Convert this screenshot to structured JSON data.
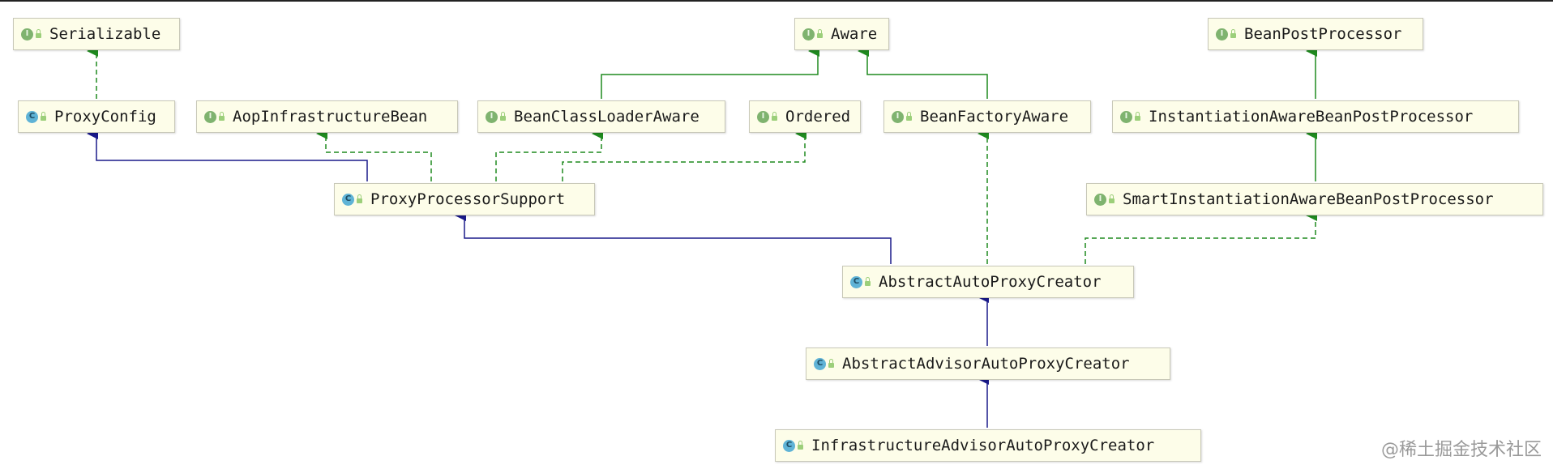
{
  "nodes": {
    "serializable": {
      "label": "Serializable",
      "kind": "interface"
    },
    "aware": {
      "label": "Aware",
      "kind": "interface"
    },
    "bean_post_processor": {
      "label": "BeanPostProcessor",
      "kind": "interface"
    },
    "proxy_config": {
      "label": "ProxyConfig",
      "kind": "class"
    },
    "aop_infrastructure_bean": {
      "label": "AopInfrastructureBean",
      "kind": "interface"
    },
    "bean_class_loader_aware": {
      "label": "BeanClassLoaderAware",
      "kind": "interface"
    },
    "ordered": {
      "label": "Ordered",
      "kind": "interface"
    },
    "bean_factory_aware": {
      "label": "BeanFactoryAware",
      "kind": "interface"
    },
    "instantiation_aware_bpp": {
      "label": "InstantiationAwareBeanPostProcessor",
      "kind": "interface"
    },
    "proxy_processor_support": {
      "label": "ProxyProcessorSupport",
      "kind": "class"
    },
    "smart_instantiation_aware_bpp": {
      "label": "SmartInstantiationAwareBeanPostProcessor",
      "kind": "interface"
    },
    "abstract_auto_proxy_creator": {
      "label": "AbstractAutoProxyCreator",
      "kind": "class"
    },
    "abstract_advisor_auto_proxy_creator": {
      "label": "AbstractAdvisorAutoProxyCreator",
      "kind": "class"
    },
    "infrastructure_advisor_auto_proxy_creator": {
      "label": "InfrastructureAdvisorAutoProxyCreator",
      "kind": "class"
    }
  },
  "edges": [
    {
      "from": "proxy_config",
      "to": "serializable",
      "type": "implements"
    },
    {
      "from": "bean_class_loader_aware",
      "to": "aware",
      "type": "extends-interface"
    },
    {
      "from": "bean_factory_aware",
      "to": "aware",
      "type": "extends-interface"
    },
    {
      "from": "instantiation_aware_bpp",
      "to": "bean_post_processor",
      "type": "extends-interface"
    },
    {
      "from": "smart_instantiation_aware_bpp",
      "to": "instantiation_aware_bpp",
      "type": "extends-interface"
    },
    {
      "from": "proxy_processor_support",
      "to": "proxy_config",
      "type": "extends"
    },
    {
      "from": "proxy_processor_support",
      "to": "aop_infrastructure_bean",
      "type": "implements"
    },
    {
      "from": "proxy_processor_support",
      "to": "bean_class_loader_aware",
      "type": "implements"
    },
    {
      "from": "proxy_processor_support",
      "to": "ordered",
      "type": "implements"
    },
    {
      "from": "abstract_auto_proxy_creator",
      "to": "proxy_processor_support",
      "type": "extends"
    },
    {
      "from": "abstract_auto_proxy_creator",
      "to": "bean_factory_aware",
      "type": "implements"
    },
    {
      "from": "abstract_auto_proxy_creator",
      "to": "smart_instantiation_aware_bpp",
      "type": "implements"
    },
    {
      "from": "abstract_advisor_auto_proxy_creator",
      "to": "abstract_auto_proxy_creator",
      "type": "extends"
    },
    {
      "from": "infrastructure_advisor_auto_proxy_creator",
      "to": "abstract_advisor_auto_proxy_creator",
      "type": "extends"
    }
  ],
  "colors": {
    "class_extends": "#1a1a8a",
    "interface_link": "#1f8a1f"
  },
  "watermark": "@稀土掘金技术社区"
}
